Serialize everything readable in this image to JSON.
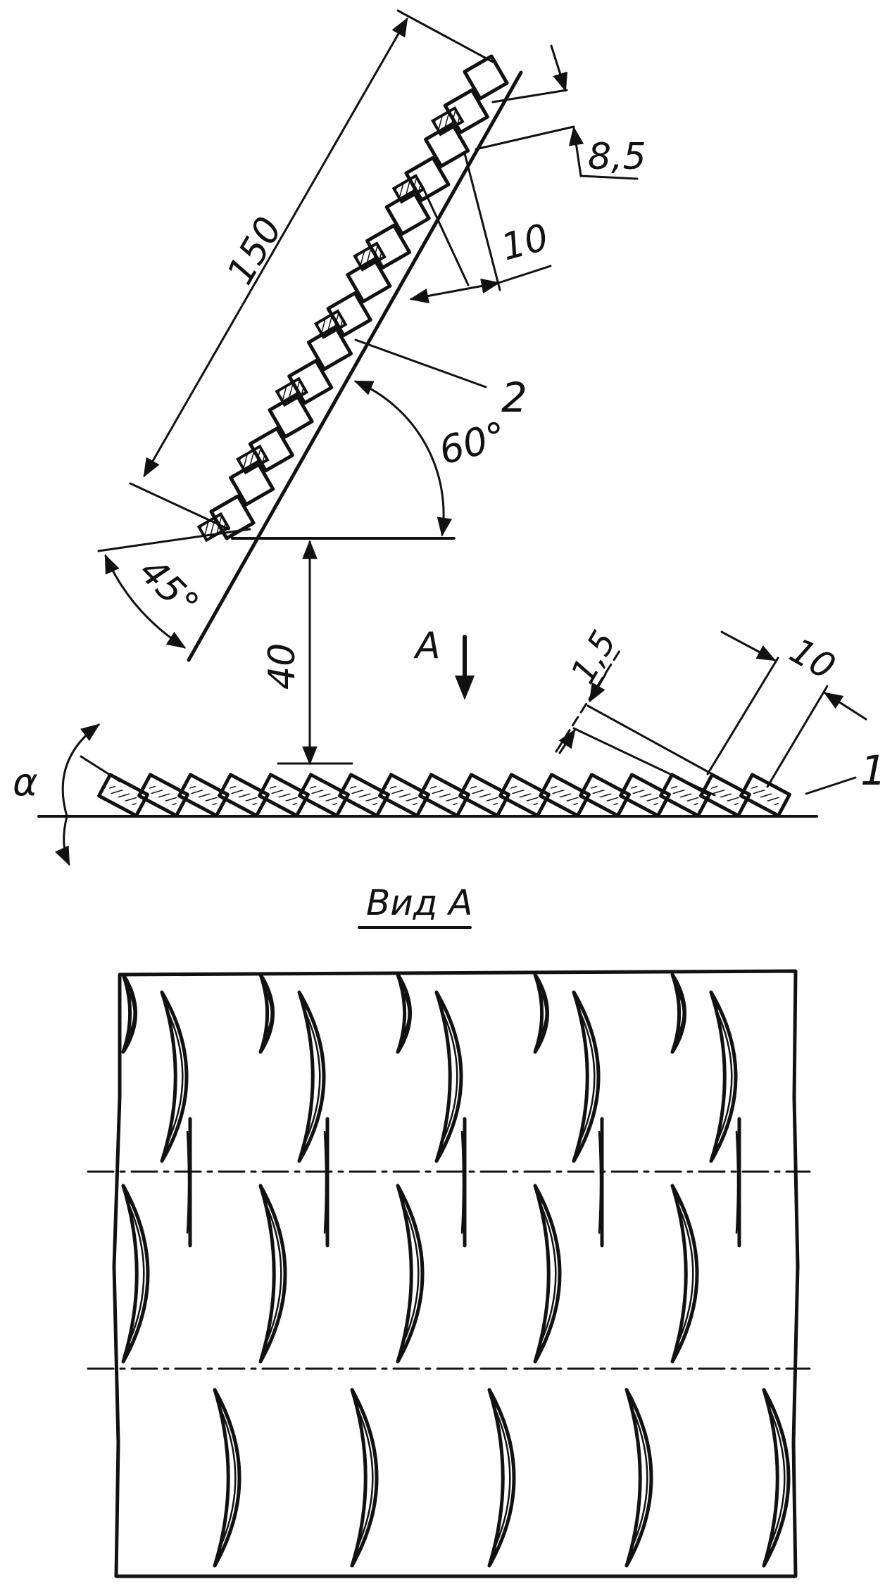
{
  "upper_view": {
    "dim_length": "150",
    "dim_pitch": "8,5",
    "dim_width": "10",
    "angle_steep": "60°",
    "angle_lower": "45°",
    "dim_gap": "40",
    "callout_2": "2",
    "view_marker": "A"
  },
  "lower_strip": {
    "angle_alpha": "α",
    "dim_thickness": "1,5",
    "dim_width": "10",
    "callout_1": "1"
  },
  "view_a": {
    "title": "Вид А"
  }
}
